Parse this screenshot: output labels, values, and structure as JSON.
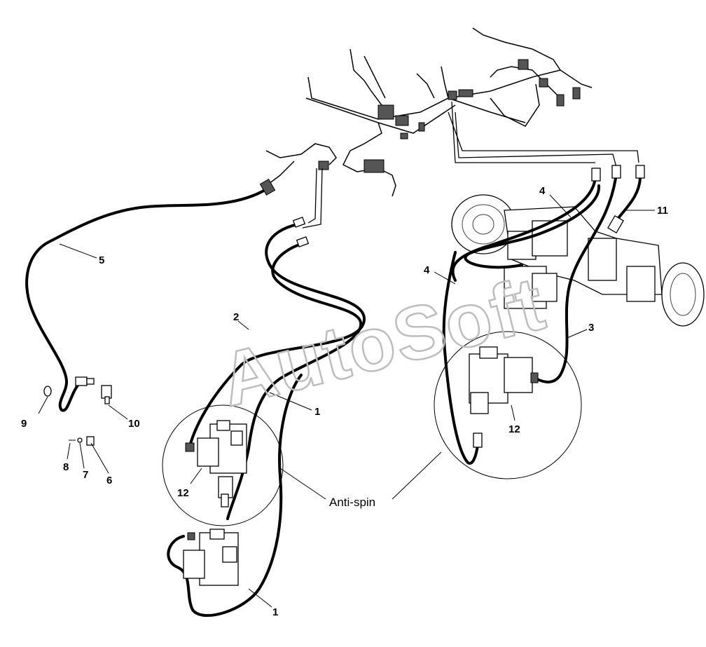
{
  "watermark": {
    "text": "AutoSoft"
  },
  "callouts": [
    {
      "id": "c1a",
      "text": "1"
    },
    {
      "id": "c1b",
      "text": "1"
    },
    {
      "id": "c2",
      "text": "2"
    },
    {
      "id": "c3",
      "text": "3"
    },
    {
      "id": "c4a",
      "text": "4"
    },
    {
      "id": "c4b",
      "text": "4"
    },
    {
      "id": "c5",
      "text": "5"
    },
    {
      "id": "c6",
      "text": "6"
    },
    {
      "id": "c7",
      "text": "7"
    },
    {
      "id": "c8",
      "text": "8"
    },
    {
      "id": "c9",
      "text": "9"
    },
    {
      "id": "c10",
      "text": "10"
    },
    {
      "id": "c11",
      "text": "11"
    },
    {
      "id": "c12a",
      "text": "12"
    },
    {
      "id": "c12b",
      "text": "12"
    }
  ],
  "annotation": {
    "anti_spin": "Anti-spin"
  }
}
